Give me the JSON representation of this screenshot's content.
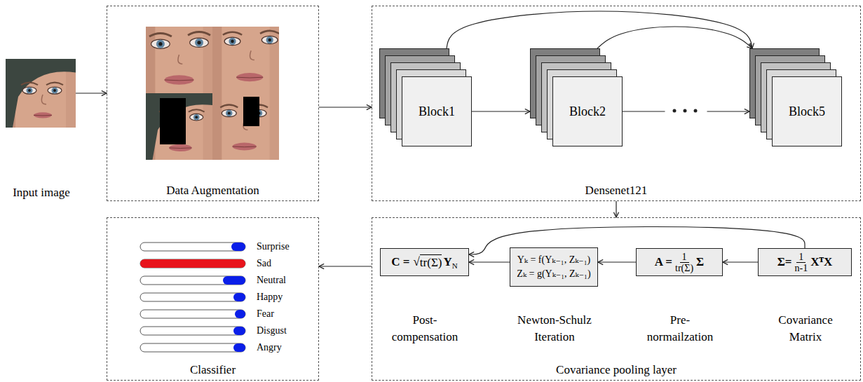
{
  "diagram": {
    "nodes": [
      {
        "text": [
          "Input image"
        ]
      },
      {
        "text": [
          "Data Augmentation"
        ]
      },
      {
        "text": [
          "Densenet121"
        ]
      },
      {
        "text": [
          "Block1"
        ],
        "in": 2
      },
      {
        "text": [
          "Block2"
        ],
        "in": 2
      },
      {
        "text": [
          "Block5"
        ],
        "in": 2
      },
      {
        "text": [
          "Classifier"
        ]
      },
      {
        "text": [
          "Covariance pooling layer"
        ]
      },
      {
        "text": [
          "C =",
          "√",
          "tr(Σ)",
          "Y",
          "N",
          "Post- compensation"
        ],
        "in": 7
      },
      {
        "text": [
          "Yₖ = f(Yₖ₋₁, Zₖ₋₁)",
          "Zₖ = g(Yₖ₋₁, Zₖ₋₁)",
          "Newton-Schulz Iteration"
        ],
        "in": 7
      },
      {
        "text": [
          "A =",
          "1",
          "tr(Σ)",
          "Σ",
          "Pre- normailzation"
        ],
        "in": 7
      },
      {
        "text": [
          "Σ=",
          "1",
          "n-1",
          "XᵀX",
          "Covariance Matrix"
        ],
        "in": 7
      }
    ],
    "edges": [
      {
        "from": 0,
        "to": 1,
        "arrow": "to"
      },
      {
        "from": 1,
        "to": 2,
        "arrow": "to"
      },
      {
        "from": 3,
        "to": 4,
        "arrow": "to"
      },
      {
        "from": 4,
        "to": 5,
        "arrow": "to"
      },
      {
        "from": 3,
        "to": 5,
        "arrow": "to"
      },
      {
        "from": 4,
        "to": 5,
        "arrow": "to"
      },
      {
        "from": 2,
        "to": 7,
        "arrow": "to"
      },
      {
        "from": 11,
        "to": 10,
        "arrow": "to"
      },
      {
        "from": 10,
        "to": 9,
        "arrow": "to"
      },
      {
        "from": 9,
        "to": 8,
        "arrow": "to"
      },
      {
        "from": 11,
        "to": 8,
        "arrow": "to"
      },
      {
        "from": 7,
        "to": 6,
        "arrow": "to"
      }
    ],
    "labels": [
      "Surprise",
      "Sad",
      "Neutral",
      "Happy",
      "Fear",
      "Disgust",
      "Angry"
    ]
  }
}
